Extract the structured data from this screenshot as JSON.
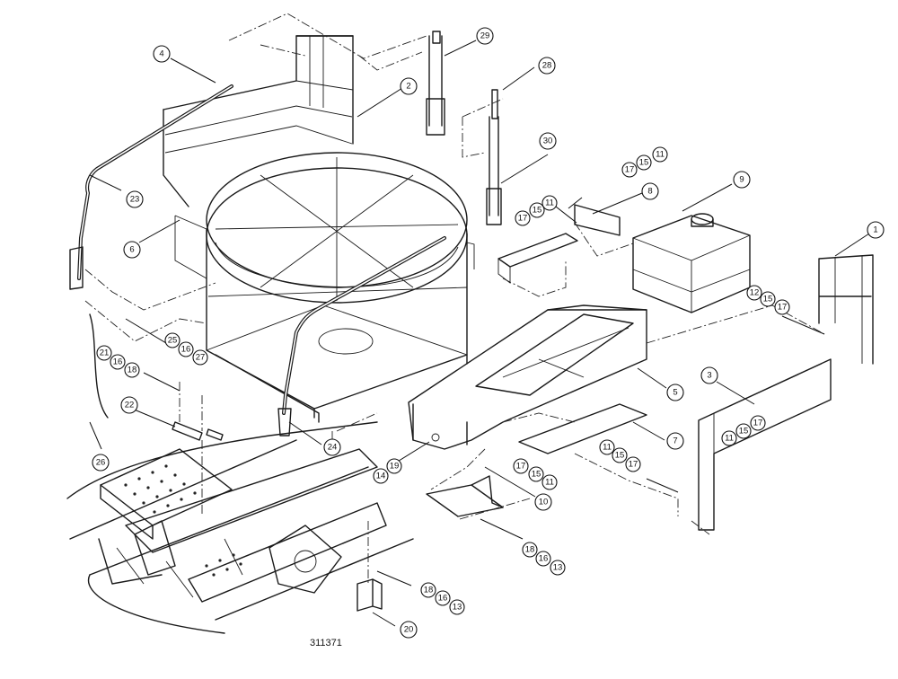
{
  "drawing_number": "311371",
  "callouts": [
    {
      "id": "c1",
      "label": "1"
    },
    {
      "id": "c2",
      "label": "2"
    },
    {
      "id": "c3",
      "label": "3"
    },
    {
      "id": "c4",
      "label": "4"
    },
    {
      "id": "c5",
      "label": "5"
    },
    {
      "id": "c6",
      "label": "6"
    },
    {
      "id": "c7",
      "label": "7"
    },
    {
      "id": "c8",
      "label": "8"
    },
    {
      "id": "c9",
      "label": "9"
    },
    {
      "id": "c10",
      "label": "10"
    },
    {
      "id": "c11a",
      "label": "11"
    },
    {
      "id": "c15a",
      "label": "15"
    },
    {
      "id": "c17a",
      "label": "17"
    },
    {
      "id": "c17b",
      "label": "17"
    },
    {
      "id": "c15b",
      "label": "15"
    },
    {
      "id": "c11b",
      "label": "11"
    },
    {
      "id": "c12",
      "label": "12"
    },
    {
      "id": "c15c",
      "label": "15"
    },
    {
      "id": "c17c",
      "label": "17"
    },
    {
      "id": "c11c",
      "label": "11"
    },
    {
      "id": "c15d",
      "label": "15"
    },
    {
      "id": "c17d",
      "label": "17"
    },
    {
      "id": "c11d",
      "label": "11"
    },
    {
      "id": "c15e",
      "label": "15"
    },
    {
      "id": "c17e",
      "label": "17"
    },
    {
      "id": "c17f",
      "label": "17"
    },
    {
      "id": "c15f",
      "label": "15"
    },
    {
      "id": "c11f",
      "label": "11"
    },
    {
      "id": "c14",
      "label": "14"
    },
    {
      "id": "c19",
      "label": "19"
    },
    {
      "id": "c18a",
      "label": "18"
    },
    {
      "id": "c16a",
      "label": "16"
    },
    {
      "id": "c13a",
      "label": "13"
    },
    {
      "id": "c18b",
      "label": "18"
    },
    {
      "id": "c16b",
      "label": "16"
    },
    {
      "id": "c13b",
      "label": "13"
    },
    {
      "id": "c20",
      "label": "20"
    },
    {
      "id": "c21",
      "label": "21"
    },
    {
      "id": "c16c",
      "label": "16"
    },
    {
      "id": "c18c",
      "label": "18"
    },
    {
      "id": "c22",
      "label": "22"
    },
    {
      "id": "c23",
      "label": "23"
    },
    {
      "id": "c24",
      "label": "24"
    },
    {
      "id": "c25",
      "label": "25"
    },
    {
      "id": "c16d",
      "label": "16"
    },
    {
      "id": "c27",
      "label": "27"
    },
    {
      "id": "c26",
      "label": "26"
    },
    {
      "id": "c28",
      "label": "28"
    },
    {
      "id": "c29",
      "label": "29"
    },
    {
      "id": "c30",
      "label": "30"
    }
  ]
}
